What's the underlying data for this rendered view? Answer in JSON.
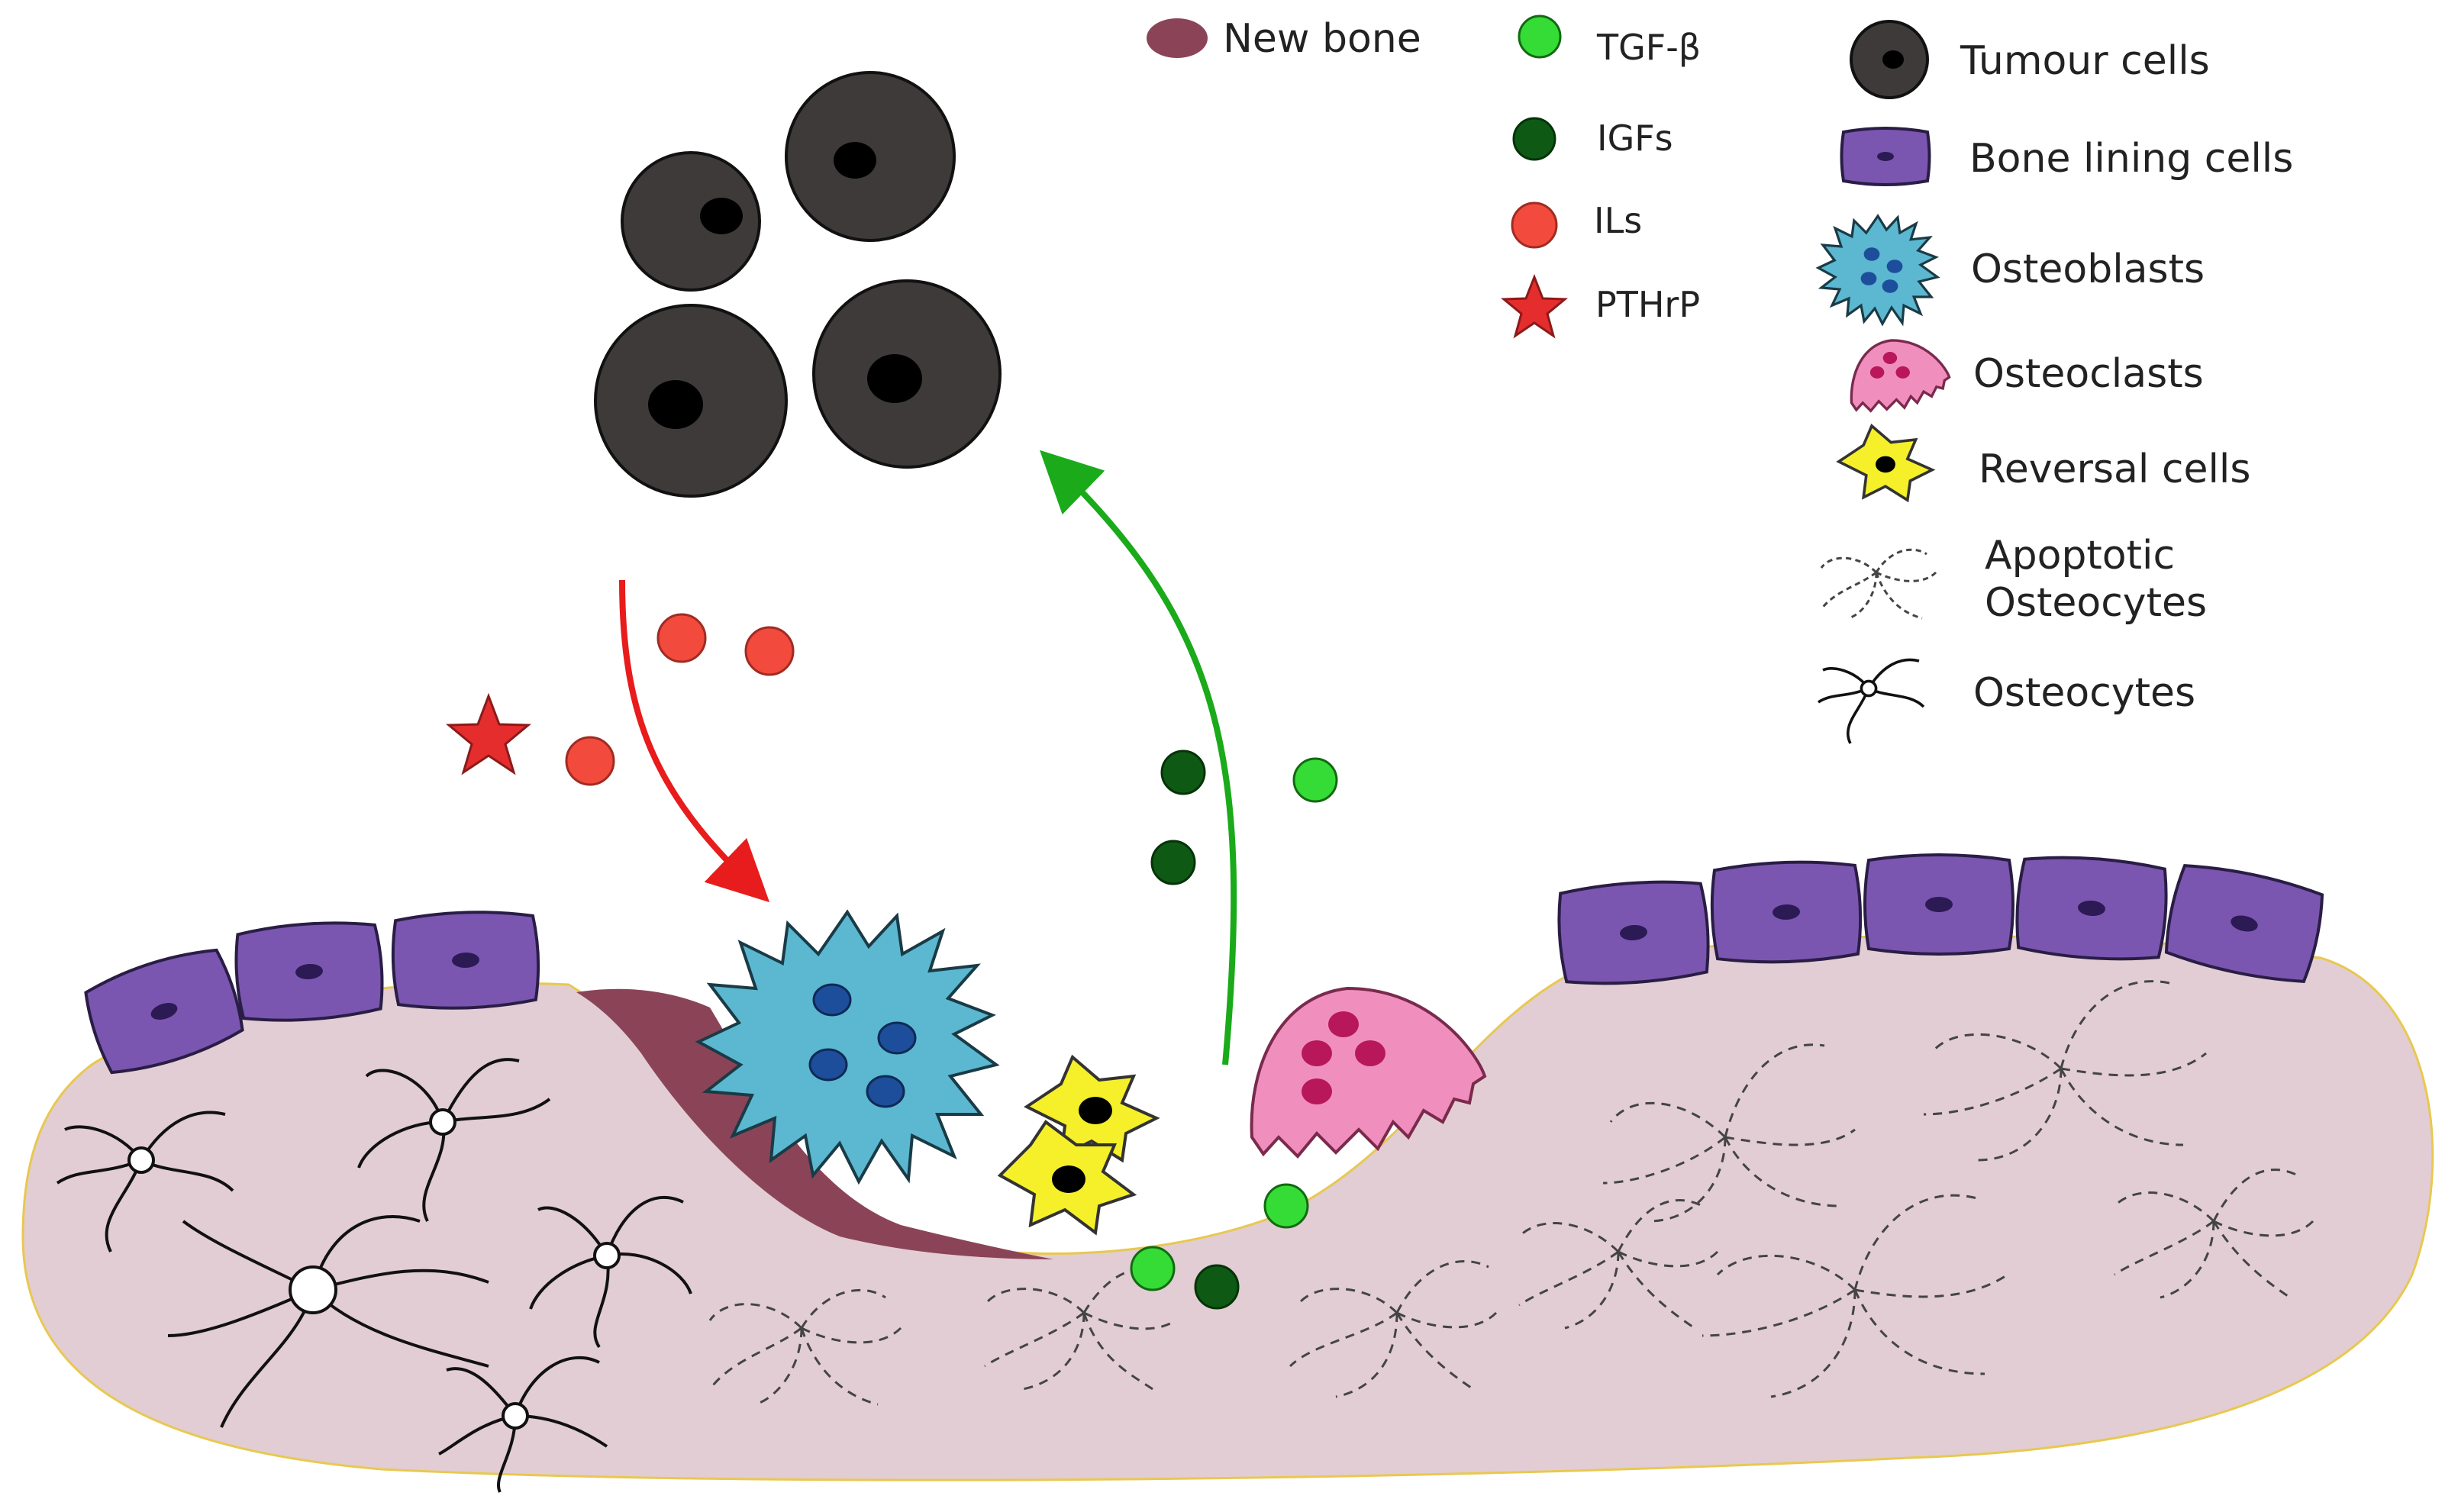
{
  "legend_left": {
    "new_bone": "New bone",
    "tgf_beta": "TGF-β",
    "igfs": "IGFs",
    "ils": "ILs",
    "pthrp": "PTHrP"
  },
  "legend_right": {
    "tumour_cells": "Tumour cells",
    "bone_lining_cells": "Bone lining cells",
    "osteoblasts": "Osteoblasts",
    "osteoclasts": "Osteoclasts",
    "reversal_cells": "Reversal cells",
    "apoptotic_line1": "Apoptotic",
    "apoptotic_line2": "Osteocytes",
    "osteocytes": "Osteocytes"
  },
  "colors": {
    "bone_matrix": "#e2cdd4",
    "new_bone": "#8b4457",
    "tumour": "#3f3a3a",
    "bone_lining": "#7a56b0",
    "osteoblast": "#5bb8d0",
    "osteoclast": "#f08fbe",
    "reversal": "#f6f02a",
    "tgf_beta": "#35dc35",
    "igfs": "#0e5a15",
    "ils": "#f24a3c",
    "pthrp": "#e52d2d",
    "arrow_red": "#e81c1c",
    "arrow_green": "#1aaa1a"
  }
}
